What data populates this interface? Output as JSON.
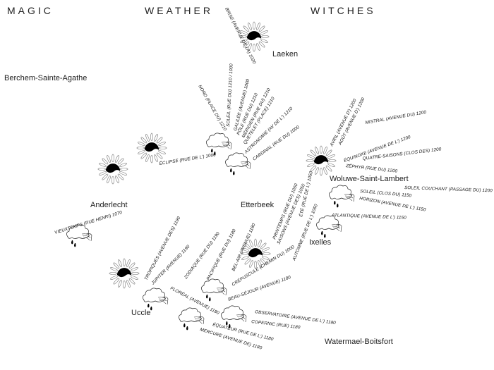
{
  "headers": [
    "MAGIC",
    "WEATHER",
    "WITCHES"
  ],
  "districts": [
    "Laeken",
    "Berchem-Sainte-Agathe",
    "Woluwe-Saint-Lambert",
    "Anderlecht",
    "Etterbeek",
    "Ixelles",
    "Uccle",
    "Watermael-Boitsfort"
  ],
  "streets": [
    "BRISE (AVENUE DE LA) 1020",
    "NORD (PLACE DU) 1210",
    "SOLEIL (RUE DU) 1210 / 1000",
    "GALILÉE (AVENUE) 1000",
    "PÔLE (RUE DU) 1210",
    "MÉRIDIEN (RUE DU) 1210",
    "QUETELET (PLACE) 1210",
    "ASTRONOMIE (AV DE L') 1210",
    "CARDINAL (RUE DU) 1000",
    "ÉCLIPSE (RUE DE L') 1000",
    "VIEUXTEMPS (RUE HENRI) 1070",
    "AVRIL (AVENUE D') 1200",
    "AOÛT (AVENUE D') 1200",
    "MISTRAL (AVENUE DU) 1200",
    "ÉQUINOXE (AVENUE DE L') 1200",
    "QUATRE-SAISONS (CLOS DES) 1200",
    "ZÉPHYR (RUE DU) 1200",
    "SOLEIL COUCHANT (PASSAGE DU) 1200",
    "SOLEIL (CLOS DU) 1150",
    "HORIZON (AVENUE DE L') 1150",
    "ATLANTIQUE (AVENUE DE L') 1150",
    "PRINTEMPS (RUE DU) 1050",
    "SAISONS (AVENUE DES) 1050",
    "ÉTÉ (RUE DE L') 1050",
    "AUTOMNE (RUE DE L') 1050",
    "BEL-AIR (AVENUE) 1180",
    "CRÉPUSCULE (CHEMIN DU) 1000",
    "BEAU-SÉJOUR (AVENUE) 1180",
    "TROPIQUES (AVENUE DES) 1190",
    "JUPITER (AVENUE) 1190",
    "ZODIAQUE (RUE DU) 1190",
    "PACIFIQUE (RUE DU) 1180",
    "FLORÉAL (AVENUE) 1180",
    "OBSERVATOIRE (AVENUE DE L') 1180",
    "COPERNIC (RUE) 1180",
    "ÉQUATEUR (RUE DE L') 1180",
    "MERCURE (AVENUE DE) 1180"
  ],
  "icons": {
    "sun": "sun-eclipse-icon",
    "cloud": "rain-cloud-icon"
  },
  "colors": {
    "ink": "#111111",
    "background": "#ffffff"
  }
}
